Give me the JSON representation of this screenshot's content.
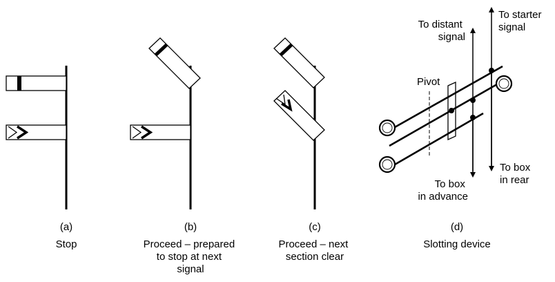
{
  "panels": [
    {
      "letter": "(a)",
      "caption": [
        "Stop"
      ]
    },
    {
      "letter": "(b)",
      "caption": [
        "Proceed – prepared",
        "to stop at next",
        "signal"
      ]
    },
    {
      "letter": "(c)",
      "caption": [
        "Proceed – next",
        "section clear"
      ]
    },
    {
      "letter": "(d)",
      "caption": [
        "Slotting device"
      ]
    }
  ],
  "labels": {
    "to_distant": [
      "To distant",
      "signal"
    ],
    "to_starter": [
      "To starter",
      "signal"
    ],
    "pivot": "Pivot",
    "to_box_advance": [
      "To box",
      "in advance"
    ],
    "to_box_rear": [
      "To box",
      "in rear"
    ]
  }
}
